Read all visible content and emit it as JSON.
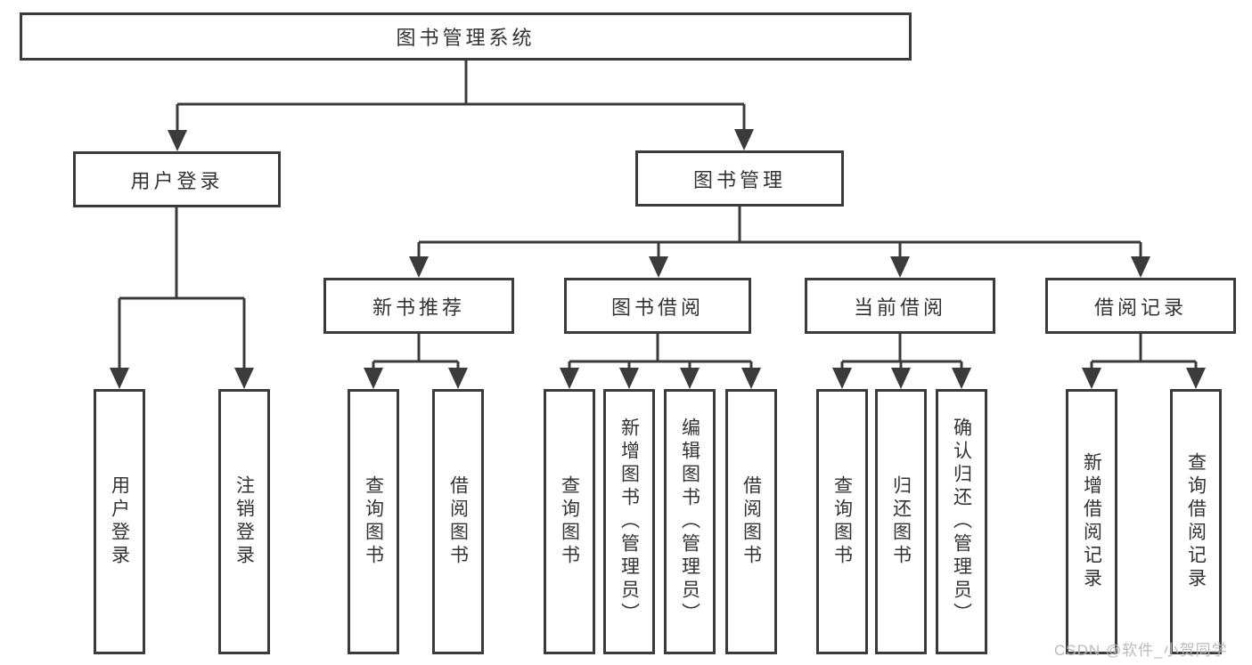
{
  "colors": {
    "line": "#3b3b3b",
    "text": "#333333",
    "background": "#ffffff",
    "watermark": "#b3b3b3"
  },
  "tree": {
    "root": {
      "label": "图书管理系统"
    },
    "level2": [
      {
        "label": "用户登录"
      },
      {
        "label": "图书管理"
      }
    ],
    "level3": [
      {
        "label": "新书推荐"
      },
      {
        "label": "图书借阅"
      },
      {
        "label": "当前借阅"
      },
      {
        "label": "借阅记录"
      }
    ],
    "leaves": {
      "user_login": [
        "用户登录",
        "注销登录"
      ],
      "new_book_recommend": [
        "查询图书",
        "借阅图书"
      ],
      "book_borrow": [
        "查询图书",
        "新增图书（管理员）",
        "编辑图书（管理员）",
        "借阅图书"
      ],
      "current_borrow": [
        "查询图书",
        "归还图书",
        "确认归还（管理员）"
      ],
      "borrow_records": [
        "新增借阅记录",
        "查询借阅记录"
      ]
    }
  },
  "watermark": {
    "text": "CSDN @软件_小贺同学"
  }
}
